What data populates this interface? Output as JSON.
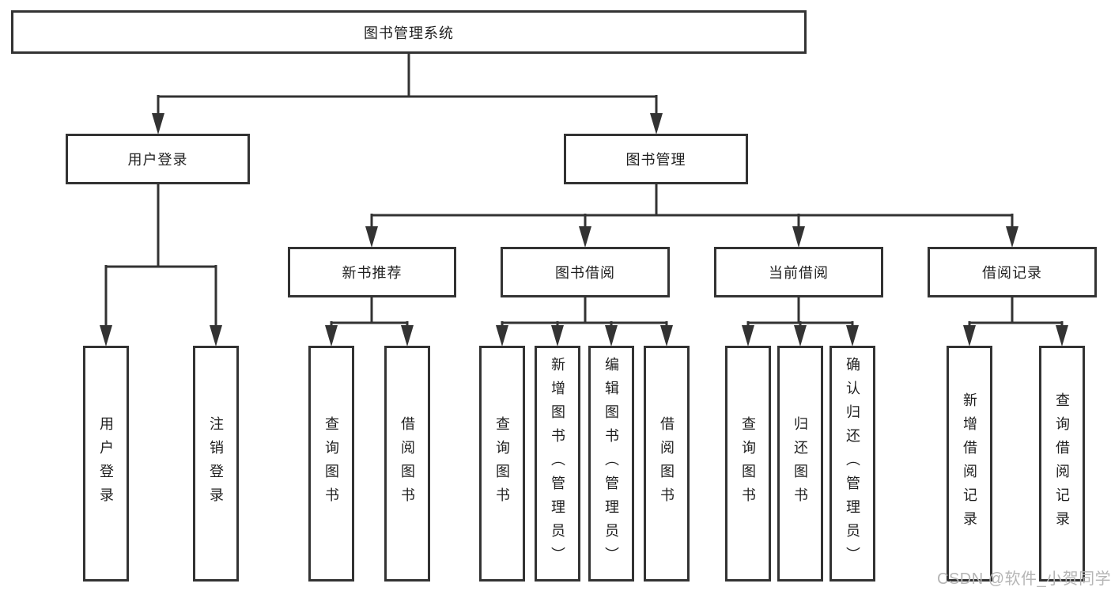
{
  "tree": {
    "root": {
      "label": "图书管理系统"
    },
    "user_login": {
      "label": "用户登录",
      "children": [
        {
          "label": "用户登录"
        },
        {
          "label": "注销登录"
        }
      ]
    },
    "book_mgmt": {
      "label": "图书管理",
      "children": [
        {
          "label": "新书推荐",
          "children": [
            {
              "label": "查询图书"
            },
            {
              "label": "借阅图书"
            }
          ]
        },
        {
          "label": "图书借阅",
          "children": [
            {
              "label": "查询图书"
            },
            {
              "label": "新增图书（管理员）"
            },
            {
              "label": "编辑图书（管理员）"
            },
            {
              "label": "借阅图书"
            }
          ]
        },
        {
          "label": "当前借阅",
          "children": [
            {
              "label": "查询图书"
            },
            {
              "label": "归还图书"
            },
            {
              "label": "确认归还（管理员）"
            }
          ]
        },
        {
          "label": "借阅记录",
          "children": [
            {
              "label": "新增借阅记录"
            },
            {
              "label": "查询借阅记录"
            }
          ]
        }
      ]
    }
  },
  "watermark": "CSDN @软件_小贺同学",
  "colors": {
    "line": "#333333",
    "box_border": "#333333",
    "box_bg": "#ffffff",
    "text": "#1f1f1f",
    "watermark": "#b5b5b5"
  }
}
